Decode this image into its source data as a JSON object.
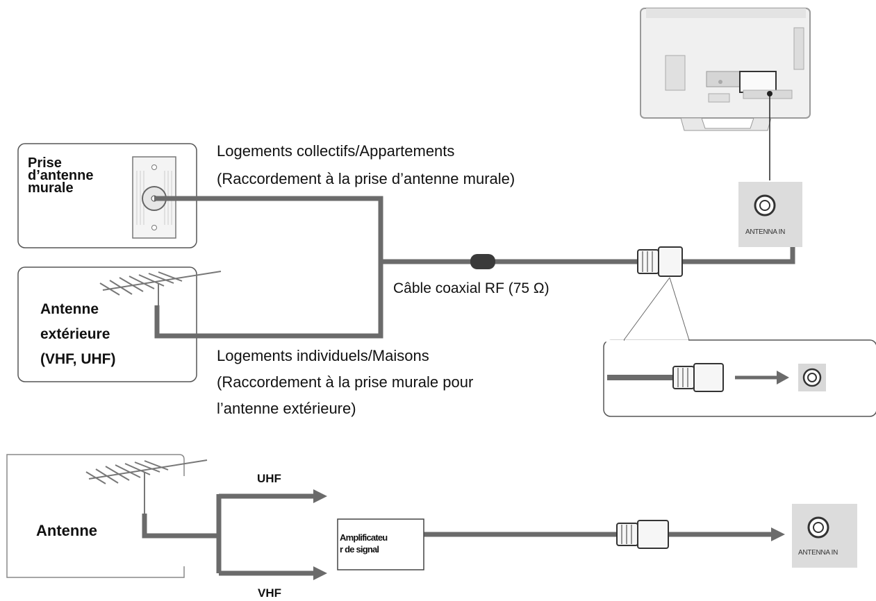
{
  "wall_socket": {
    "label_line1": "Prise",
    "label_line2": "d’antenne",
    "label_line3": "murale"
  },
  "outdoor_antenna": {
    "label_line1": "Antenne",
    "label_line2": "extérieure",
    "label_line3": "(VHF, UHF)"
  },
  "collective": {
    "line1": "Logements collectifs/Appartements",
    "line2": "(Raccordement à la prise d’antenne murale)"
  },
  "individual": {
    "line1": "Logements individuels/Maisons",
    "line2": "(Raccordement à la prise murale pour",
    "line3": "l’antenne extérieure)"
  },
  "cable_label": "Câble coaxial RF (75 Ω)",
  "antenna_in_top": "ANTENNA IN",
  "antenna_in_bottom": "ANTENNA IN",
  "amp_section": {
    "antenna_label": "Antenne",
    "uhf": "UHF",
    "vhf": "VHF",
    "amplifier_line1": "Amplificateu",
    "amplifier_line2": "r de signal"
  },
  "colors": {
    "cable": "#6b6b6b",
    "box_border": "#555555",
    "port_bg": "#dcdcdc"
  }
}
